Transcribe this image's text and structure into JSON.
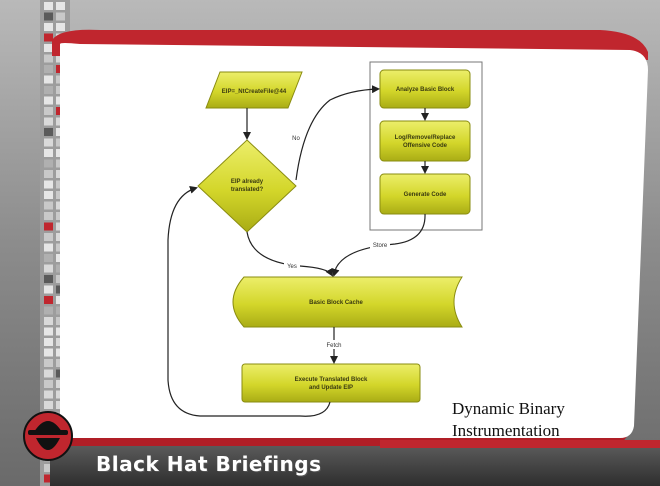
{
  "slide": {
    "caption_line1": "Dynamic Binary",
    "caption_line2": "Instrumentation",
    "footer_brand": "Black Hat Briefings",
    "logo_icon": "black-hat-spy-logo",
    "colors": {
      "background": "#7a7a7a",
      "accent_red": "#c0262e",
      "panel": "#ffffff",
      "node_fill": "#d9dc2e",
      "node_stroke": "#8a8c10"
    }
  },
  "flowchart": {
    "nodes": {
      "eip_input": "EIP=_NtCreateFile@44",
      "decision_line1": "EIP already",
      "decision_line2": "translated?",
      "analyze": "Analyze Basic Block",
      "log_line1": "Log/Remove/Replace",
      "log_line2": "Offensive Code",
      "generate": "Generate Code",
      "cache": "Basic Block Cache",
      "execute_line1": "Execute Translated Block",
      "execute_line2": "and Update EIP"
    },
    "edges": {
      "no": "No",
      "yes": "Yes",
      "store": "Store",
      "fetch": "Fetch"
    }
  }
}
